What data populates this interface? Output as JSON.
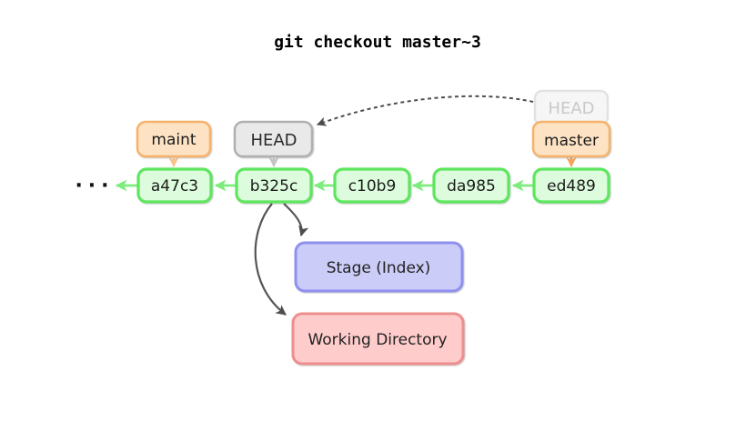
{
  "title": "git checkout master~3",
  "history_ellipsis": "···",
  "commits": [
    "a47c3",
    "b325c",
    "c10b9",
    "da985",
    "ed489"
  ],
  "labels": {
    "maint": "maint",
    "head": "HEAD",
    "head_previous": "HEAD",
    "master": "master"
  },
  "areas": {
    "stage": "Stage (Index)",
    "working_directory": "Working Directory"
  },
  "colors": {
    "commit_fill": "#ddfcdd",
    "commit_border": "#5ee65e",
    "commit_arrow": "#7dec7d",
    "branch_fill": "#fde3c3",
    "branch_border": "#f6b26b",
    "maint_arrow": "#f9c389",
    "master_arrow": "#f5a25d",
    "head_fill": "#e9e9e9",
    "head_border": "#b0b0b0",
    "head_arrow": "#c4c4c4",
    "head_previous_fill": "#f6f6f6",
    "head_previous_border": "#e2e2e2",
    "head_previous_text": "#c9c9c9",
    "stage_fill": "#ccccf8",
    "stage_border": "#9090ee",
    "working_fill": "#ffcccc",
    "working_border": "#ee8e8e",
    "flow_arrow": "#555555",
    "text": "#1c1c1c"
  }
}
